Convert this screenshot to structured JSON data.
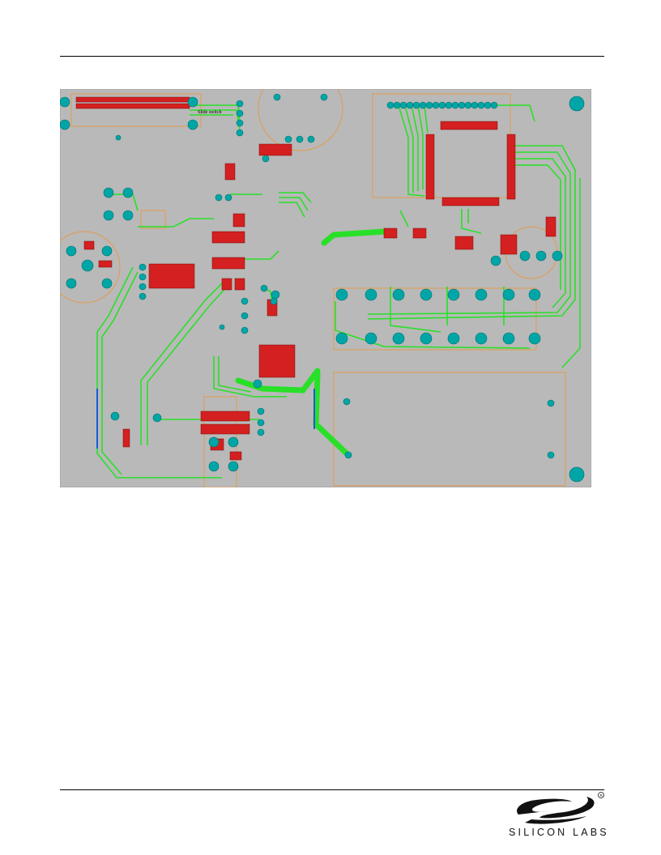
{
  "page": {
    "footer": {
      "logo_text": "SILICON LABS",
      "logo_mark": "registered-mark"
    }
  },
  "figure": {
    "kind": "pcb-layout",
    "silkscreen_label": "Slide switch",
    "colors": {
      "board": "#b9b9b9",
      "pad": "#d42020",
      "via": "#00a6a6",
      "trace": "#28e028",
      "outline": "#e39a4a",
      "keepout": "#1a5bd6"
    }
  }
}
